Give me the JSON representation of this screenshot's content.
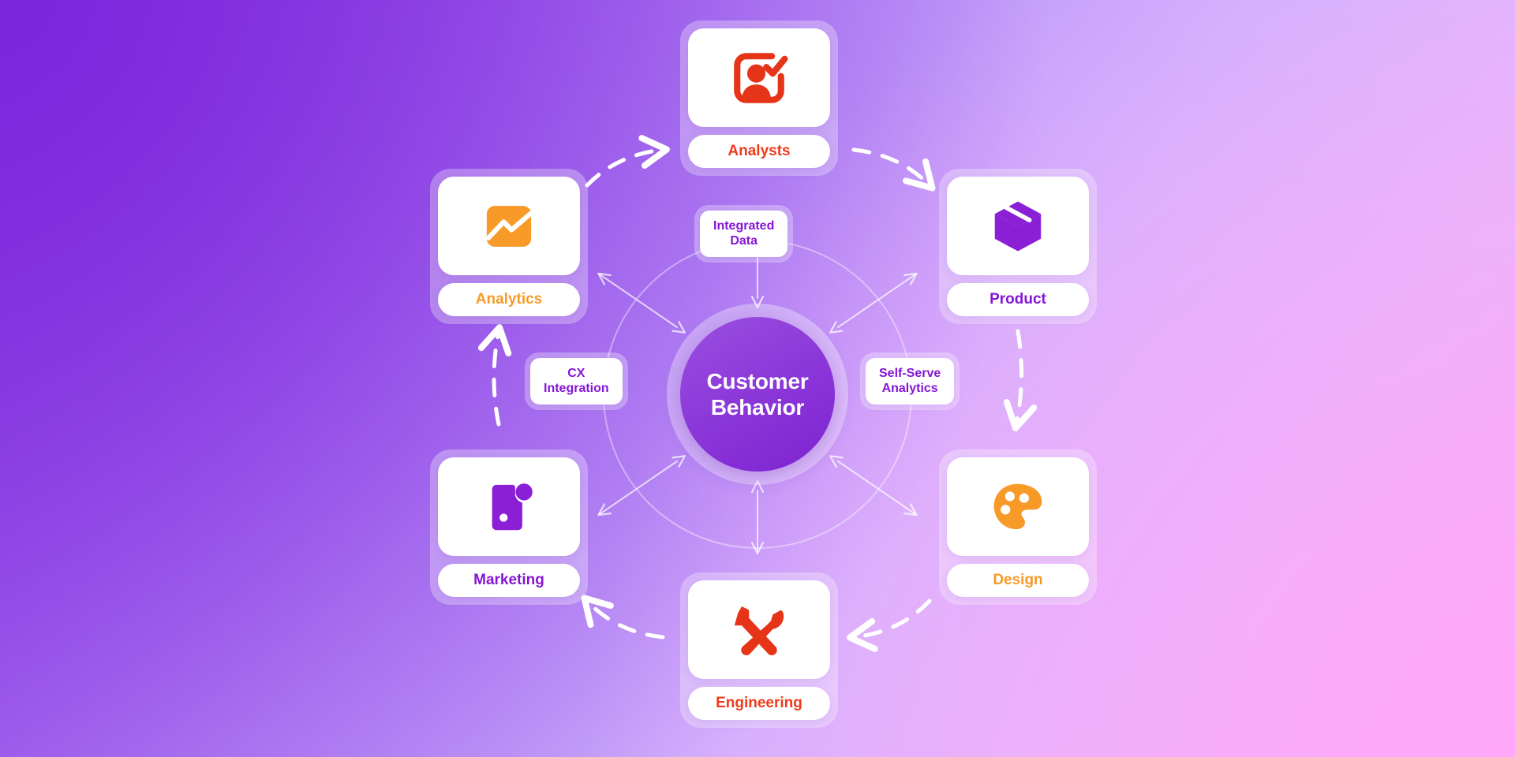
{
  "hub": {
    "line1": "Customer",
    "line2": "Behavior",
    "color": "#8a35d8",
    "text_color": "#ffffff"
  },
  "pills": [
    {
      "id": "integrated",
      "line1": "Integrated",
      "line2": "Data",
      "color": "#8515d6"
    },
    {
      "id": "cx",
      "line1": "CX",
      "line2": "Integration",
      "color": "#8515d6"
    },
    {
      "id": "selfserve",
      "line1": "Self-Serve",
      "line2": "Analytics",
      "color": "#8515d6"
    }
  ],
  "nodes": [
    {
      "id": "analysts",
      "label": "Analysts",
      "icon": "user-check-icon",
      "icon_color": "#e53417",
      "label_color": "#ee3b1c",
      "position": "top"
    },
    {
      "id": "product",
      "label": "Product",
      "icon": "box-cube-icon",
      "icon_color": "#8a1fd6",
      "label_color": "#8515d6",
      "position": "top-right"
    },
    {
      "id": "design",
      "label": "Design",
      "icon": "paint-palette-icon",
      "icon_color": "#f89a28",
      "label_color": "#f89a28",
      "position": "bottom-right"
    },
    {
      "id": "engineering",
      "label": "Engineering",
      "icon": "tools-wrench-icon",
      "icon_color": "#e53417",
      "label_color": "#ee3b1c",
      "position": "bottom"
    },
    {
      "id": "marketing",
      "label": "Marketing",
      "icon": "mobile-badge-icon",
      "icon_color": "#8a1fd6",
      "label_color": "#8515d6",
      "position": "bottom-left"
    },
    {
      "id": "analytics",
      "label": "Analytics",
      "icon": "line-chart-icon",
      "icon_color": "#f89a28",
      "label_color": "#f89a28",
      "position": "top-left"
    }
  ],
  "background": {
    "corner_top_left": "#7d25dd",
    "corner_top_right": "#d3b8fd",
    "corner_bottom_left": "#c4aafc",
    "corner_bottom_right": "#ffa8fb"
  },
  "connectors": {
    "outer_style": "dashed",
    "outer_color": "#ffffff",
    "inner_color": "rgba(255,255,255,0.62)",
    "flow": "clockwise"
  }
}
